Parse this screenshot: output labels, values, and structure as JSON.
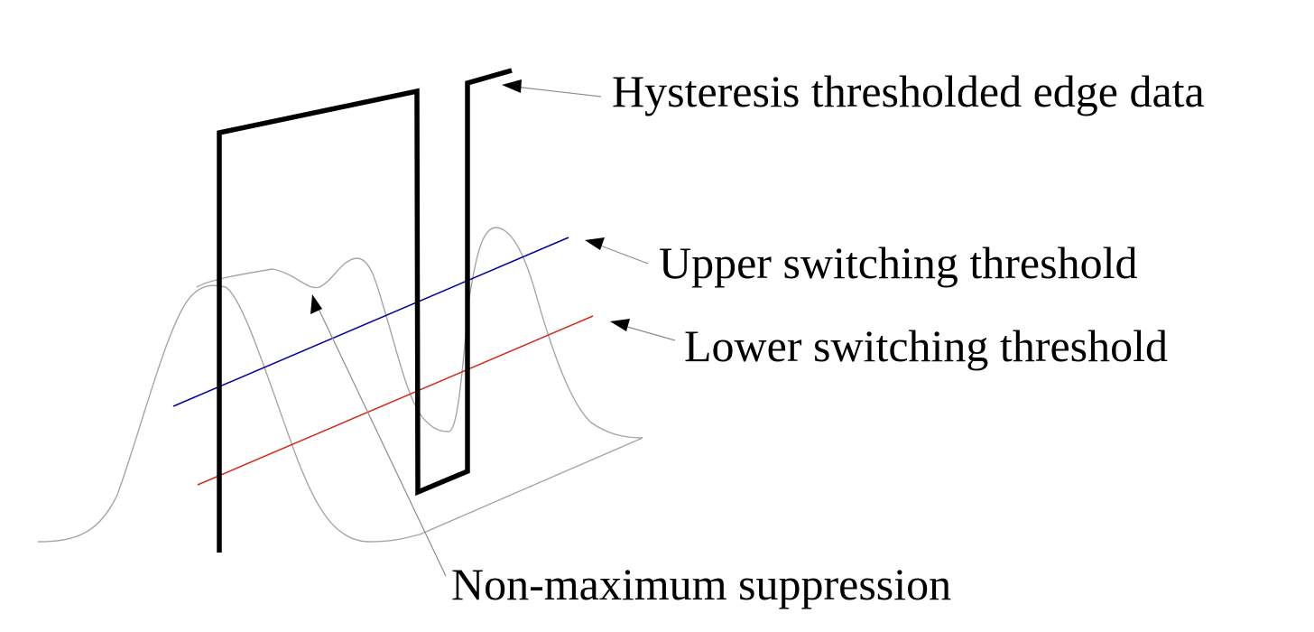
{
  "labels": {
    "hysteresis": "Hysteresis thresholded edge data",
    "upper": "Upper switching threshold",
    "lower": "Lower switching threshold",
    "nms": "Non-maximum suppression"
  },
  "colors": {
    "upper_threshold": "#0000a0",
    "lower_threshold": "#d42a1a",
    "edge_data": "#000000",
    "profile": "#a6a6a6"
  }
}
